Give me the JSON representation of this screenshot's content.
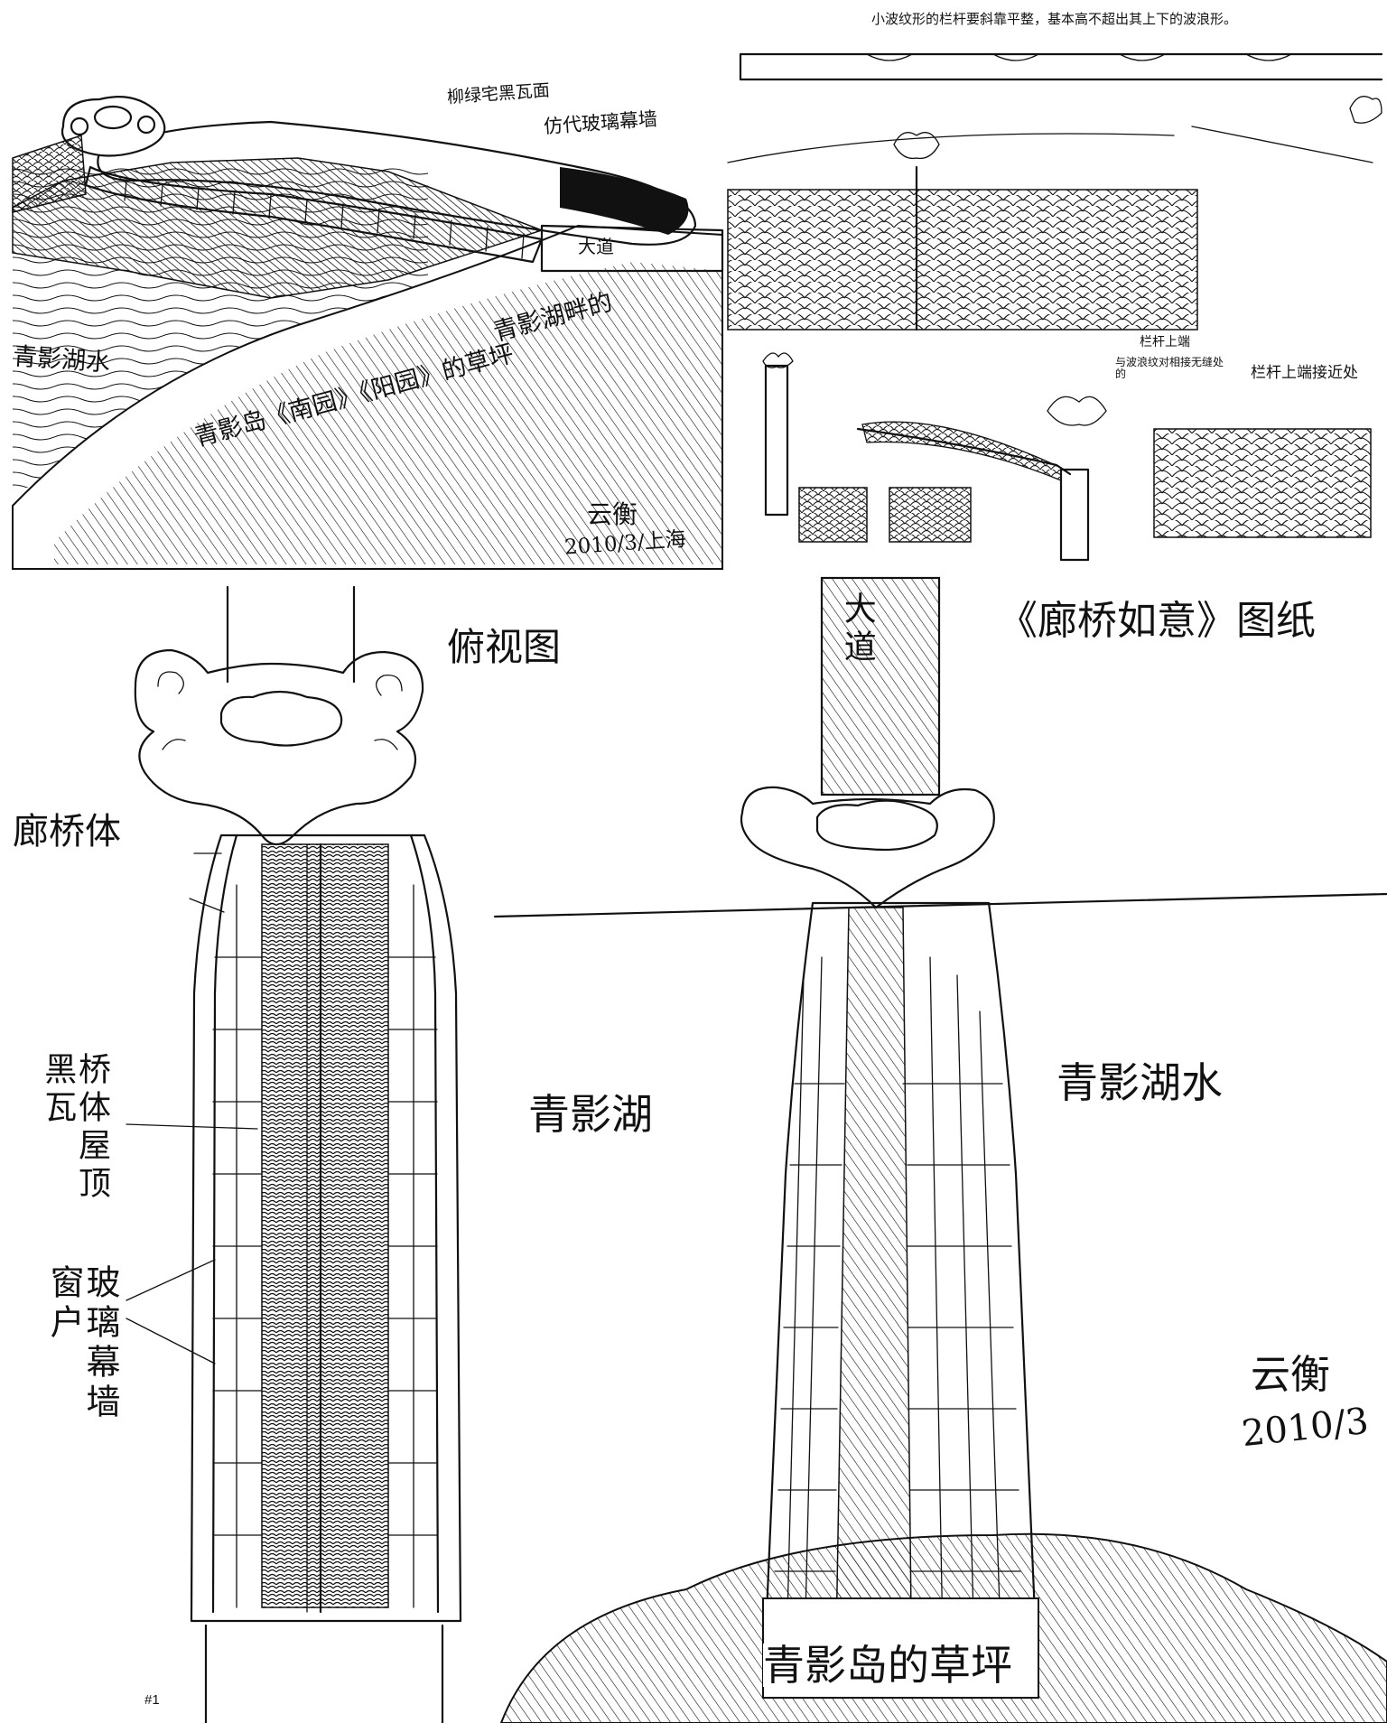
{
  "sketch_top_left": {
    "label_roof_cover": "柳绿宅黑瓦面",
    "label_glass_wall": "仿代玻璃幕墙",
    "label_avenue": "大道",
    "label_lake_water": "青影湖水",
    "label_lake_side": "青影湖畔的",
    "label_island_lawn": "青影岛《南园》《阳园》的草坪",
    "signature": "云衡",
    "date_place": "2010/3/上海"
  },
  "sketch_top_right": {
    "note_rail": "小波纹形的栏杆要斜靠平整，基本高不超出其上下的波浪形。",
    "note_pole_top_left": "栏杆上端",
    "note_pole_connect": "与波浪纹对相接无缝处的",
    "note_pole_top_right": "栏杆上端接近处"
  },
  "sketch_bottom_left": {
    "title": "俯视图",
    "label_bridge_body": "廊桥体",
    "label_roof_tiles": "桥体屋顶黑瓦",
    "label_glass": "玻璃幕墙窗户",
    "page_number": "#1"
  },
  "sketch_bottom_right": {
    "title": "《廊桥如意》图纸",
    "label_road": "大道",
    "label_lake_left": "青影湖",
    "label_lake_right": "青影湖水",
    "label_lawn": "青影岛的草坪",
    "signature": "云衡",
    "date": "2010/3"
  }
}
